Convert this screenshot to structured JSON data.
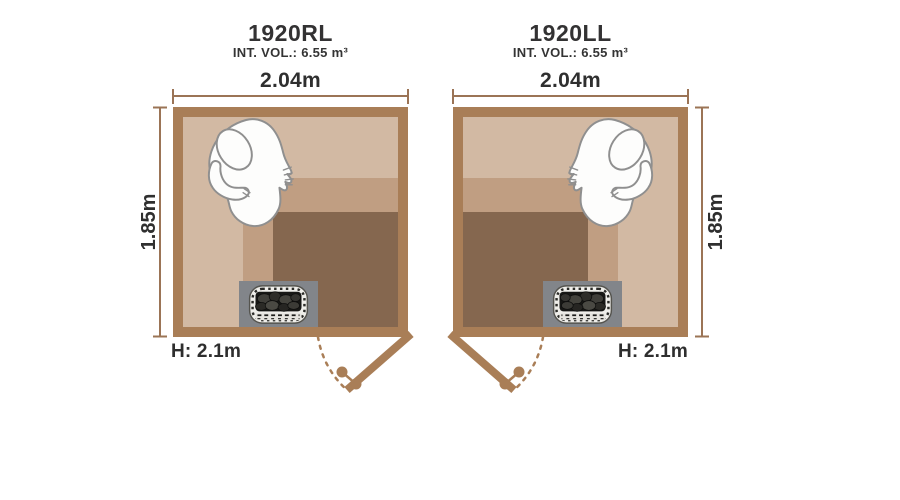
{
  "page": {
    "background": "#ffffff",
    "type": "sauna-floor-plan-comparison"
  },
  "colors": {
    "wall": "#a97e57",
    "floor": "#c09e82",
    "bench_light": "#d2b9a3",
    "bench_dark": "#85674f",
    "heater_base_gray": "#82858a",
    "dimension_line": "#9b7456",
    "door": "#a97e57",
    "text_dark": "#2f2f2f",
    "person_outline": "#8f8f8f"
  },
  "icons": {
    "person": "person-top-view-icon",
    "heater": "sauna-heater-stones-icon",
    "door": "door-swing-icon"
  },
  "plans": [
    {
      "model": "1920RL",
      "interior_volume": "INT. VOL.: 6.55 m³",
      "width": "2.04m",
      "depth": "1.85m",
      "height": "H: 2.1m",
      "bench_side": "left",
      "door_position": "bottom-right"
    },
    {
      "model": "1920LL",
      "interior_volume": "INT. VOL.: 6.55 m³",
      "width": "2.04m",
      "depth": "1.85m",
      "height": "H: 2.1m",
      "bench_side": "right",
      "door_position": "bottom-left"
    }
  ]
}
